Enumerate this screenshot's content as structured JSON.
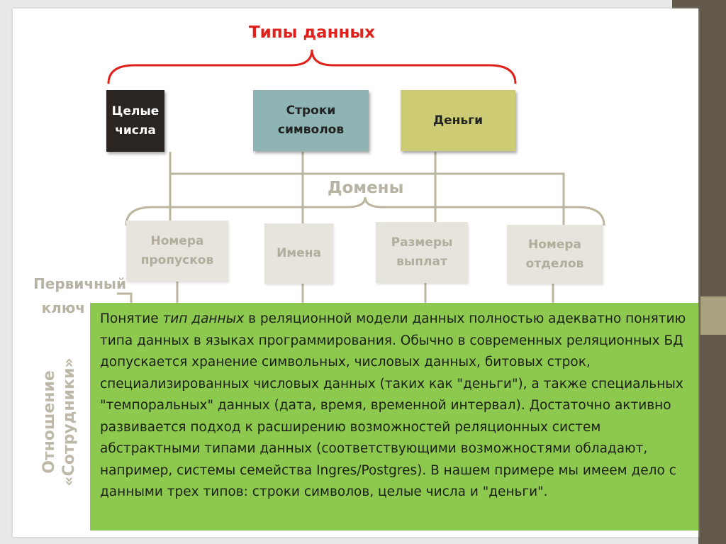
{
  "title": "Типы данных",
  "types": [
    {
      "line1": "Целые",
      "line2": "числа"
    },
    {
      "line1": "Строки",
      "line2": "символов"
    },
    {
      "line1": "Деньги"
    }
  ],
  "domains_label": "Домены",
  "domains": [
    {
      "line1": "Номера",
      "line2": "пропусков"
    },
    {
      "line1": "Имена"
    },
    {
      "line1": "Размеры",
      "line2": "выплат"
    },
    {
      "line1": "Номера",
      "line2": "отделов"
    }
  ],
  "primary_key": {
    "line1": "Первичный",
    "line2": "ключ"
  },
  "relation": {
    "line1": "Отношение",
    "line2": "«Сотрудники»"
  },
  "note": {
    "pre": "Понятие ",
    "em": "тип данных",
    "post": " в реляционной модели данных полностью адекватно понятию типа данных в языках программирования. Обычно в современных реляционных БД допускается хранение символьных, числовых данных, битовых строк, специализированных числовых данных (таких как \"деньги\"), а также специальных \"темпоральных\" данных (дата, время, временной интервал). Достаточно активно развивается подход к расширению возможностей реляционных систем абстрактными типами данных (соответствующими возможностями обладают, например, системы семейства Ingres/Postgres). В нашем примере мы имеем дело с данными трех типов: строки символов, целые числа и \"деньги\"."
  },
  "colors": {
    "title": "#e0201b",
    "integer": "#2a2520",
    "string": "#8fb4b4",
    "money": "#cdcb74",
    "note_bg": "#8dc94f"
  }
}
